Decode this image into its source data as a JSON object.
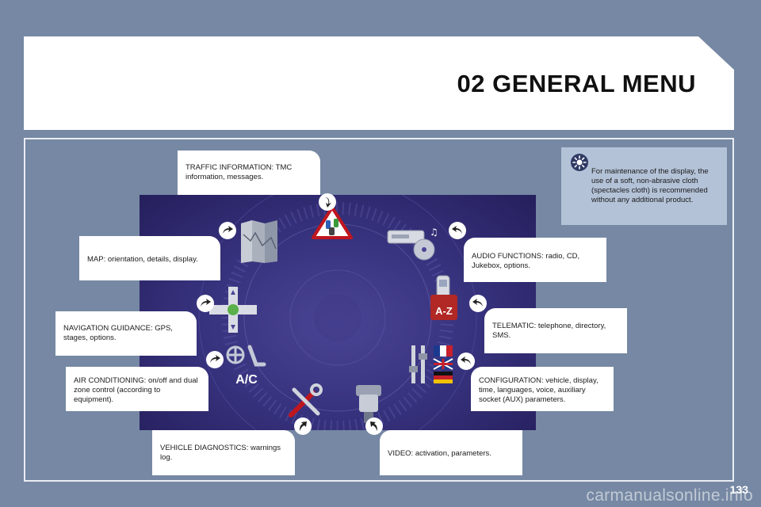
{
  "header": {
    "title": "02 GENERAL MENU"
  },
  "note": {
    "text": "For maintenance of the display, the use of a soft, non-abrasive cloth (spectacles cloth) is recommended without any additional product."
  },
  "callouts": {
    "traffic": "TRAFFIC INFORMATION: TMC information, messages.",
    "map": "MAP: orientation, details, display.",
    "navigation": "NAVIGATION GUIDANCE: GPS, stages, options.",
    "air": "AIR CONDITIONING: on/off and dual zone control (according to equipment).",
    "diagnostics": "VEHICLE DIAGNOSTICS: warnings log.",
    "video": "VIDEO: activation, parameters.",
    "configuration": "CONFIGURATION: vehicle, display, time, languages, voice, auxiliary socket (AUX) parameters.",
    "telematic": "TELEMATIC: telephone, directory, SMS.",
    "audio": "AUDIO FUNCTIONS: radio, CD, Jukebox, options."
  },
  "icons": {
    "ac_label": "A/C",
    "az_label": "A-Z"
  },
  "footer": {
    "page_number": "133",
    "watermark": "carmanualsonline.info"
  },
  "colors": {
    "background": "#7688a3",
    "panel": "#35307a",
    "note": "#b3c2d7"
  }
}
